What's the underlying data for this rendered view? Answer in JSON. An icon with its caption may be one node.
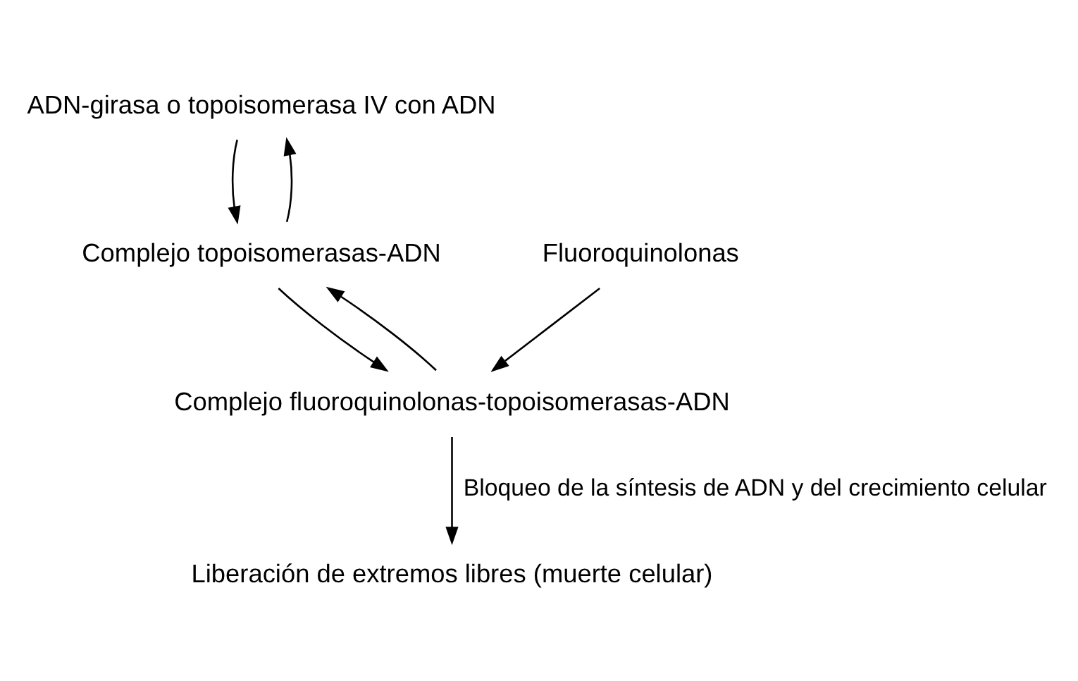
{
  "diagram": {
    "nodes": [
      {
        "text": [
          "ADN-girasa o topoisomerasa IV con ADN"
        ]
      },
      {
        "text": [
          "Complejo topoisomerasas-ADN"
        ]
      },
      {
        "text": [
          "Fluoroquinolonas"
        ]
      },
      {
        "text": [
          "Complejo fluoroquinolonas-topoisomerasas-ADN"
        ]
      },
      {
        "text": [
          "Liberación de extremos libres (muerte celular)"
        ]
      }
    ],
    "edges": [
      {
        "from": 1,
        "to": 0,
        "arrow": "to"
      },
      {
        "from": 0,
        "to": 1,
        "arrow": "to"
      },
      {
        "from": 3,
        "to": 1,
        "arrow": "to"
      },
      {
        "from": 1,
        "to": 3,
        "arrow": "to"
      },
      {
        "from": 2,
        "to": 3,
        "arrow": "to"
      },
      {
        "from": 3,
        "to": 4,
        "arrow": "to",
        "label": "Bloqueo de la síntesis de ADN y del crecimiento celular"
      }
    ]
  }
}
